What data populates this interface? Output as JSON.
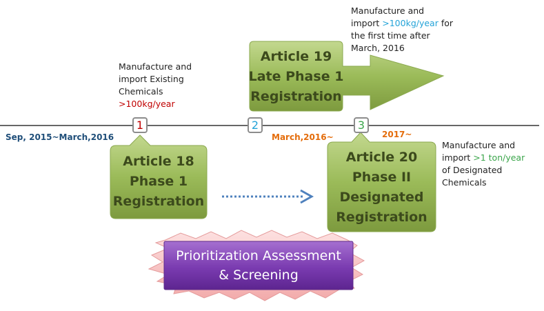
{
  "timeline": {
    "date_left": "Sep, 2015~March,2016",
    "date_mid": "March,2016~",
    "date_right": "2017~",
    "markers": [
      "1",
      "2",
      "3"
    ]
  },
  "notes": {
    "existing": {
      "l1": "Manufacture and",
      "l2": "import Existing",
      "l3": "Chemicals",
      "l4": ">100kg/year"
    },
    "first_time": {
      "l1a": "Manufacture and",
      "l2a": "import ",
      "l2b": ">100kg/year",
      "l2c": " for",
      "l3": "the first time after",
      "l4": "March, 2016"
    },
    "designated": {
      "l1": "Manufacture and",
      "l2a": "import ",
      "l2b": ">1 ton/year",
      "l3": "of Designated",
      "l4": "Chemicals"
    }
  },
  "boxes": {
    "article18": {
      "l1": "Article 18",
      "l2": "Phase 1",
      "l3": "Registration"
    },
    "article19": {
      "l1": "Article 19",
      "l2": "Late Phase 1",
      "l3": "Registration"
    },
    "article20": {
      "l1": "Article 20",
      "l2": "Phase II",
      "l3": "Designated",
      "l4": "Registration"
    }
  },
  "prioritization": {
    "l1": "Prioritization Assessment",
    "l2": "& Screening"
  },
  "colors": {
    "box_green": "#9bbb59",
    "prio_purple": "#7030a0",
    "prio_pink": "#f4b6b6",
    "arrow_blue": "#4f81bd"
  }
}
